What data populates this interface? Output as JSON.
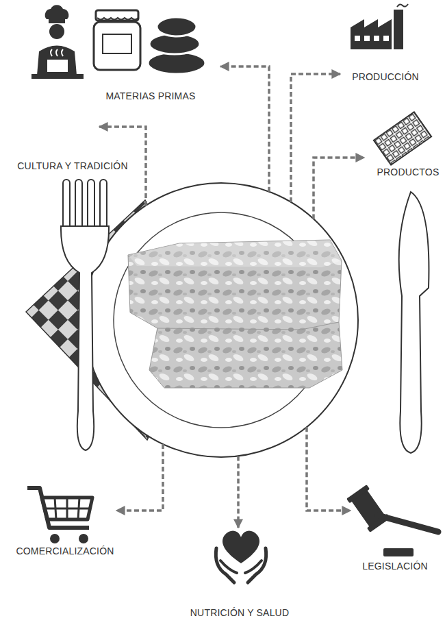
{
  "diagram": {
    "nodes": [
      {
        "text": [
          "MATERIAS PRIMAS"
        ]
      },
      {
        "text": [
          "PRODUCCIÓN"
        ]
      },
      {
        "text": [
          "CULTURA Y TRADICIÓN"
        ]
      },
      {
        "text": [
          "PRODUCTOS"
        ]
      },
      {
        "text": []
      },
      {
        "text": [
          "COMERCIALIZACIÓN"
        ]
      },
      {
        "text": [
          "LEGISLACIÓN"
        ]
      },
      {
        "text": [
          "NUTRICIÓN Y SALUD"
        ]
      }
    ],
    "edges": [
      {
        "from": 4,
        "to": 0,
        "arrow": "to"
      },
      {
        "from": 4,
        "to": 1,
        "arrow": "to"
      },
      {
        "from": 4,
        "to": 2,
        "arrow": "to"
      },
      {
        "from": 4,
        "to": 3,
        "arrow": "to"
      },
      {
        "from": 4,
        "to": 5,
        "arrow": "to"
      },
      {
        "from": 4,
        "to": 7,
        "arrow": "to"
      },
      {
        "from": 4,
        "to": 6,
        "arrow": "to"
      }
    ]
  }
}
